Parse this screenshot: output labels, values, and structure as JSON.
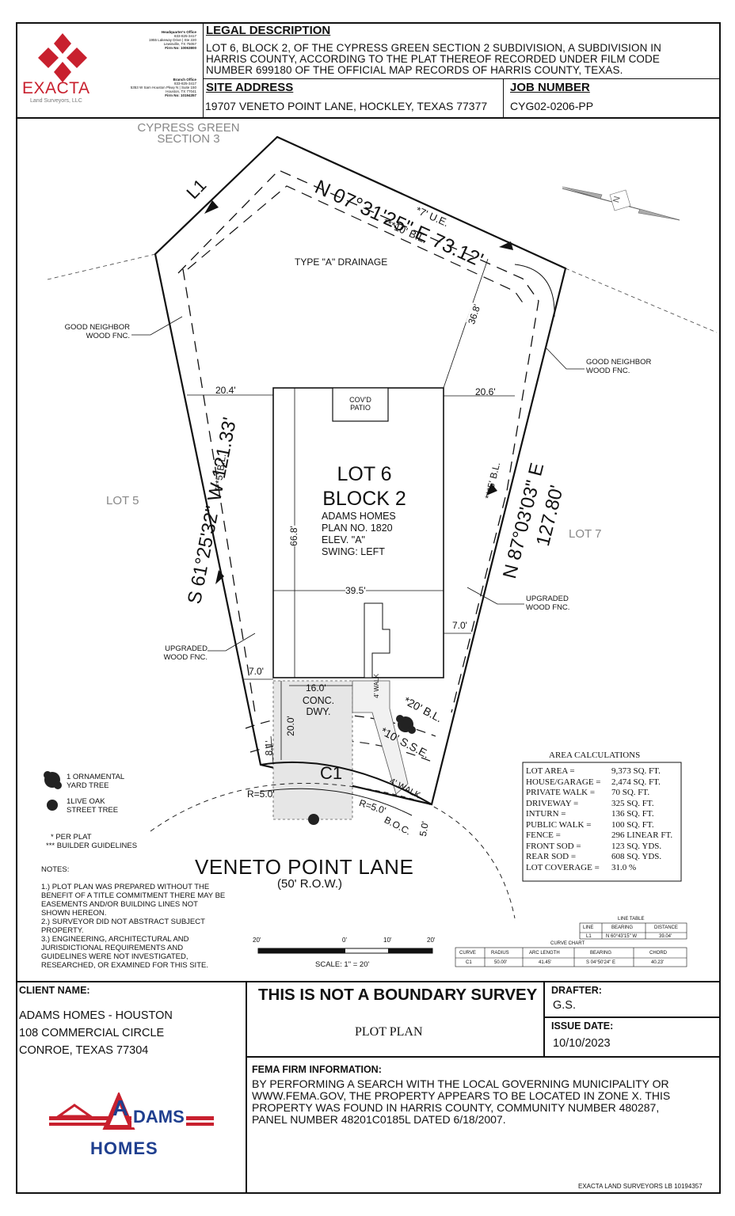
{
  "header": {
    "company": "EXACTA",
    "company_sub": "Land Surveyors, LLC",
    "hq_title": "Headquarter's Office",
    "hq_lines": [
      "833-825-3417",
      "1955 Lakeway Drive | Ste 220",
      "Lewisville, TX 75057",
      "Firm No: 10063800"
    ],
    "branch_title": "Branch Office",
    "branch_lines": [
      "833-825-3417",
      "5353 W Sam Houston Pkwy N | Suite 150",
      "Houston, TX 77041",
      "Firm No: 10194357"
    ],
    "legal_title": "LEGAL DESCRIPTION",
    "legal_lines": [
      "LOT 6, BLOCK 2, OF THE CYPRESS GREEN SECTION 2 SUBDIVISION, A SUBDIVISION IN",
      "HARRIS COUNTY, ACCORDING TO THE PLAT THEREOF RECORDED UNDER FILM CODE",
      "NUMBER 699180 OF THE OFFICIAL MAP RECORDS OF HARRIS COUNTY, TEXAS."
    ],
    "site_title": "SITE ADDRESS",
    "site_value": "19707 VENETO POINT LANE,  HOCKLEY, TEXAS 77377",
    "job_title": "JOB NUMBER",
    "job_value": "CYG02-0206-PP"
  },
  "plan": {
    "adjacent_top": [
      "CYPRESS GREEN",
      "SECTION 3"
    ],
    "north_bearing": "N 07°31'25\" E 73.12'",
    "west_bearing": "S 61°25'32\" W  121.33'",
    "east_bearing": "N 87°03'03\" E",
    "east_distance": "127.80'",
    "l1": "L1",
    "ue": "*7' U.E.",
    "bl10": "***10' B.L.",
    "drainage": "TYPE \"A\" DRAINAGE",
    "good_neighbor_left": [
      "GOOD NEIGHBOR",
      "WOOD FNC."
    ],
    "good_neighbor_right": [
      "GOOD NEIGHBOR",
      "WOOD FNC."
    ],
    "upgraded_left": [
      "UPGRADED",
      "WOOD FNC."
    ],
    "upgraded_right": [
      "UPGRADED",
      "WOOD FNC."
    ],
    "lot5": "LOT 5",
    "lot7": "LOT 7",
    "dim_368": "36.8'",
    "dim_204": "20.4'",
    "dim_206": "20.6'",
    "dim_668": "66.8'",
    "dim_395": "39.5'",
    "dim_70a": "7.0'",
    "dim_70b": "7.0'",
    "dim_160": "16.0'",
    "dim_200": "20.0'",
    "dim_81": "8.1'",
    "dim_50": "5.0'",
    "bl5_left": "***5' B.L.",
    "bl5_right": "***5' B.L.",
    "patio": [
      "COV'D",
      "PATIO"
    ],
    "lot_title": [
      "LOT 6",
      "BLOCK 2"
    ],
    "lot_info": [
      "ADAMS HOMES",
      "PLAN NO. 1820",
      "ELEV. \"A\"",
      "SWING: LEFT"
    ],
    "conc": [
      "CONC.",
      "DWY."
    ],
    "walk4": "4' WALK",
    "walk4b": "4' WALK",
    "bl20": "*20' B.L.",
    "sse10": "*10' S.S.E.",
    "c1": "C1",
    "r5a": "R=5.0'",
    "r5b": "R=5.0'",
    "boc": "B.O.C.",
    "street": "VENETO POINT LANE",
    "row": "(50' R.O.W.)",
    "north": "N"
  },
  "legend": {
    "ornamental": [
      "1 ORNAMENTAL",
      "YARD TREE"
    ],
    "live_oak": [
      "1LIVE OAK",
      "STREET TREE"
    ],
    "per_plat": "* PER PLAT",
    "builder": "*** BUILDER GUIDELINES"
  },
  "notes": {
    "title": "NOTES:",
    "lines": [
      "1.) PLOT PLAN WAS PREPARED WITHOUT THE",
      "BENEFIT OF A TITLE COMMITMENT THERE MAY BE",
      "EASEMENTS AND/OR BUILDING LINES NOT",
      "SHOWN HEREON.",
      "2.) SURVEYOR DID NOT ABSTRACT SUBJECT",
      "PROPERTY.",
      "3.) ENGINEERING, ARCHITECTURAL AND",
      "JURISDICTIONAL REQUIREMENTS AND",
      "GUIDELINES WERE NOT INVESTIGATED,",
      "RESEARCHED, OR EXAMINED FOR THIS SITE."
    ]
  },
  "scale": {
    "labels": [
      "20'",
      "0'",
      "10'",
      "20'"
    ],
    "text": "SCALE:  1\" = 20'"
  },
  "area": {
    "title": "AREA CALCULATIONS",
    "rows": [
      [
        "LOT AREA =",
        "9,373 SQ. FT."
      ],
      [
        "HOUSE/GARAGE =",
        "2,474 SQ. FT."
      ],
      [
        "PRIVATE WALK =",
        "70 SQ. FT."
      ],
      [
        "DRIVEWAY =",
        "325 SQ. FT."
      ],
      [
        "INTURN =",
        "136 SQ. FT."
      ],
      [
        "PUBLIC WALK =",
        "100 SQ. FT."
      ],
      [
        "FENCE =",
        "296 LINEAR FT."
      ],
      [
        "FRONT SOD =",
        "123 SQ. YDS."
      ],
      [
        "REAR SOD =",
        "608 SQ. YDS."
      ],
      [
        "LOT COVERAGE =",
        "31.0 %"
      ]
    ]
  },
  "line_table": {
    "title": "LINE TABLE",
    "headers": [
      "LINE",
      "BEARING",
      "DISTANCE"
    ],
    "row": [
      "L1",
      "N 60°43'15\" W",
      "39.04'"
    ]
  },
  "curve_chart": {
    "title": "CURVE CHART",
    "headers": [
      "CURVE",
      "RADIUS",
      "ARC LENGTH",
      "BEARING",
      "CHORD"
    ],
    "row": [
      "C1",
      "50.00'",
      "41.45'",
      "S 04°50'24\" E",
      "40.23'"
    ]
  },
  "footer": {
    "client_title": "CLIENT NAME:",
    "client_lines": [
      "ADAMS HOMES - HOUSTON",
      "108 COMMERCIAL CIRCLE",
      "CONROE, TEXAS 77304"
    ],
    "adams_logo": [
      "A",
      "DAMS",
      "HOMES"
    ],
    "disclaimer": "THIS IS NOT A BOUNDARY SURVEY",
    "plot_plan": "PLOT PLAN",
    "drafter_title": "DRAFTER:",
    "drafter": "G.S.",
    "issue_title": "ISSUE DATE:",
    "issue_date": "10/10/2023",
    "fema_title": "FEMA FIRM INFORMATION:",
    "fema_lines": [
      "BY PERFORMING A SEARCH WITH THE LOCAL GOVERNING MUNICIPALITY OR",
      "WWW.FEMA.GOV, THE PROPERTY APPEARS TO BE LOCATED IN ZONE X. THIS",
      "PROPERTY WAS FOUND IN HARRIS COUNTY, COMMUNITY NUMBER 480287,",
      "PANEL NUMBER 48201C0185L DATED 6/18/2007."
    ],
    "credit": "EXACTA LAND SURVEYORS   LB 10194357"
  },
  "colors": {
    "ink": "#111111",
    "logo_red": "#c8202e",
    "adams_blue": "#1f3f8f",
    "driveway": "#e6e6e6"
  }
}
